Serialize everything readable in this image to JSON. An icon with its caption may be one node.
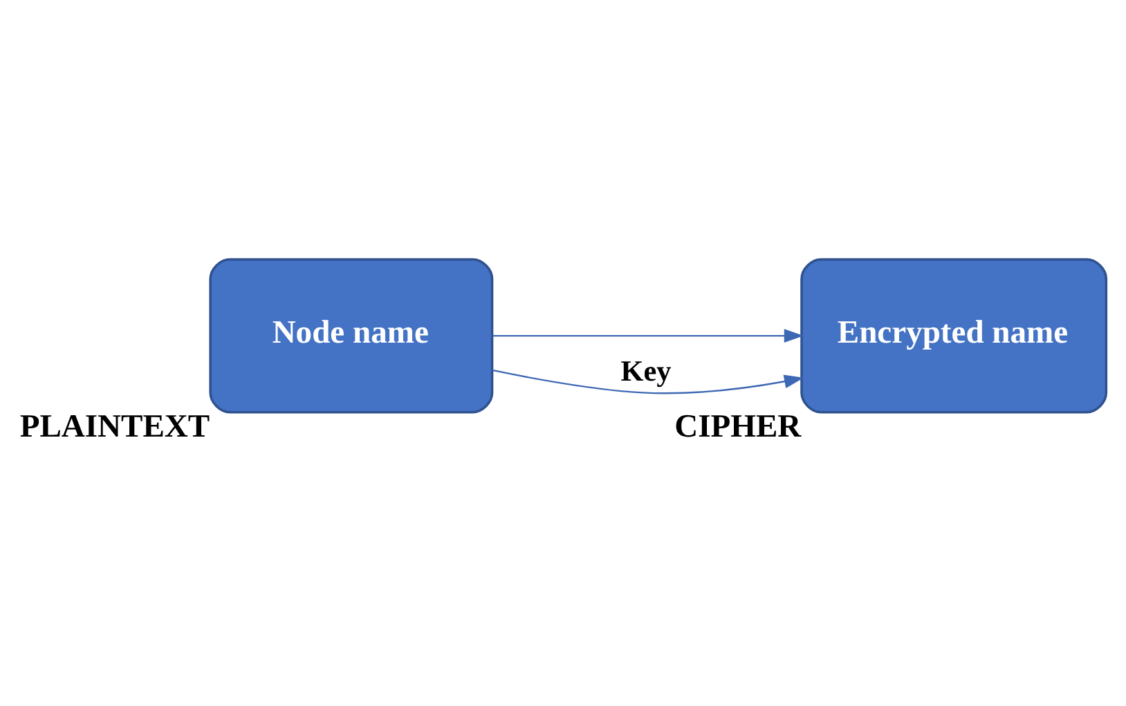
{
  "diagram": {
    "nodes": [
      {
        "text": [
          "Node name"
        ],
        "beside": [
          "PLAINTEXT"
        ]
      },
      {
        "text": [
          "Encrypted name"
        ],
        "beside": [
          "CIPHER"
        ]
      }
    ],
    "edges": [
      {
        "from": 0,
        "to": 1,
        "arrow": "to"
      },
      {
        "from": 0,
        "to": 1,
        "arrow": "to",
        "label": "Key"
      }
    ]
  }
}
